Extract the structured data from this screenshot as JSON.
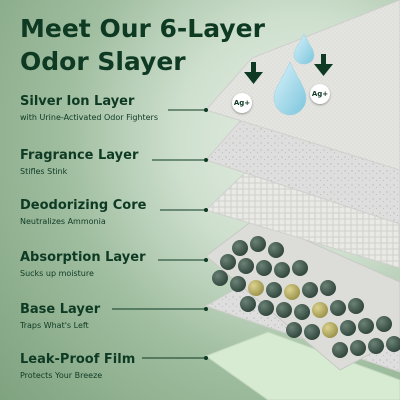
{
  "title": {
    "line1": "Meet Our 6-Layer",
    "line2": "Odor Slayer"
  },
  "layers": [
    {
      "name": "Silver Ion Layer",
      "desc": "with Urine-Activated Odor Fighters"
    },
    {
      "name": "Fragrance Layer",
      "desc": "Stifles Stink"
    },
    {
      "name": "Deodorizing Core",
      "desc": "Neutralizes Ammonia"
    },
    {
      "name": "Absorption Layer",
      "desc": "Sucks up moisture"
    },
    {
      "name": "Base Layer",
      "desc": "Traps What's Left"
    },
    {
      "name": "Leak-Proof Film",
      "desc": "Protects Your Breeze"
    }
  ],
  "badges": {
    "left": "Ag+",
    "right": "Ag+"
  },
  "colors": {
    "text": "#0e3a24",
    "background": "#9fbd9f",
    "film": "#d7ead2",
    "droplet": "#8fd4e6",
    "granule": "#3e544a",
    "granule_light": "#b5ac62"
  },
  "icons": [
    "down-arrow-icon",
    "water-droplet-icon"
  ]
}
